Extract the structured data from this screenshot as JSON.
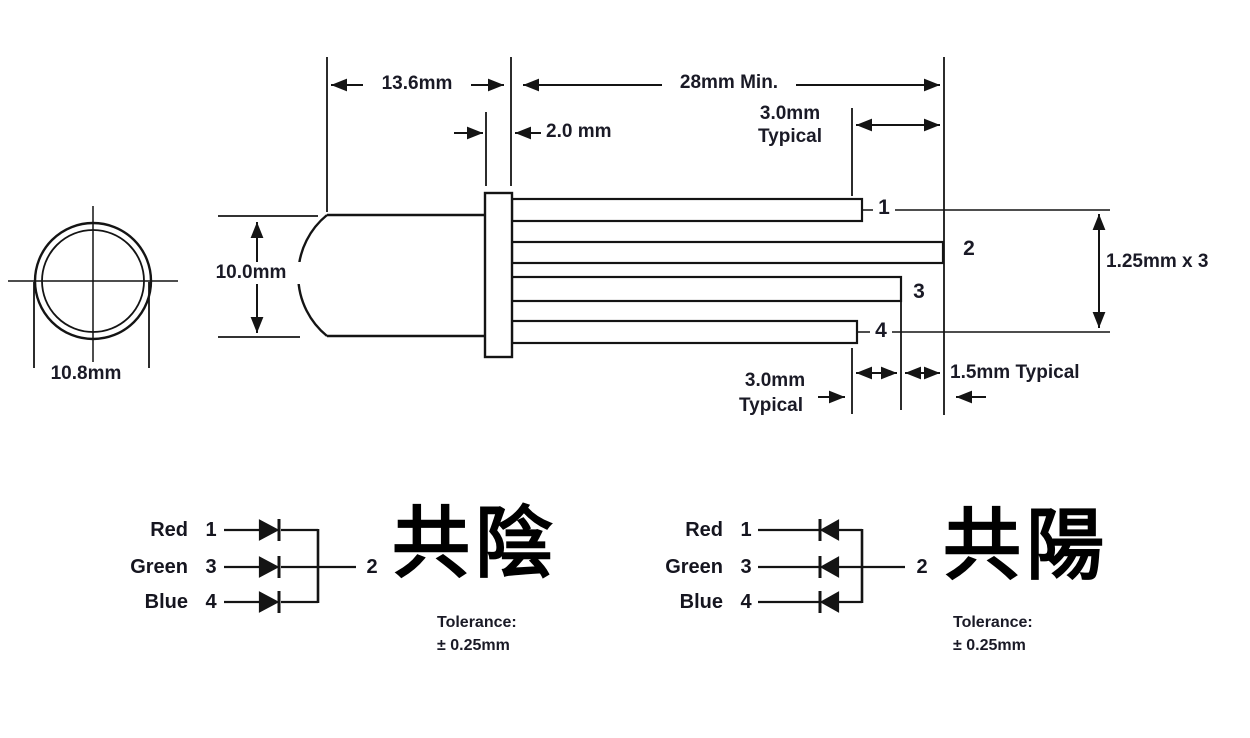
{
  "top_view": {
    "diameter_label": "10.8mm"
  },
  "side_view": {
    "body_length": "13.6mm",
    "lead_min_length": "28mm Min.",
    "flange_thickness": "2.0 mm",
    "top_stagger": [
      "3.0mm",
      "Typical"
    ],
    "body_diameter": "10.0mm",
    "lead_pitch": "1.25mm x 3",
    "bottom_stagger": [
      "3.0mm",
      "Typical"
    ],
    "tip_gap": "1.5mm Typical",
    "pin_labels": [
      "1",
      "2",
      "3",
      "4"
    ]
  },
  "schematics": {
    "common_cathode": {
      "title": "共陰",
      "rows": [
        {
          "color": "Red",
          "pin": "1"
        },
        {
          "color": "Green",
          "pin": "3"
        },
        {
          "color": "Blue",
          "pin": "4"
        }
      ],
      "common_pin": "2",
      "tolerance_label": "Tolerance:",
      "tolerance_value": "± 0.25mm"
    },
    "common_anode": {
      "title": "共陽",
      "rows": [
        {
          "color": "Red",
          "pin": "1"
        },
        {
          "color": "Green",
          "pin": "3"
        },
        {
          "color": "Blue",
          "pin": "4"
        }
      ],
      "common_pin": "2",
      "tolerance_label": "Tolerance:",
      "tolerance_value": "± 0.25mm"
    }
  },
  "colors": {
    "ink": "#141414",
    "text": "#1a1a26"
  }
}
